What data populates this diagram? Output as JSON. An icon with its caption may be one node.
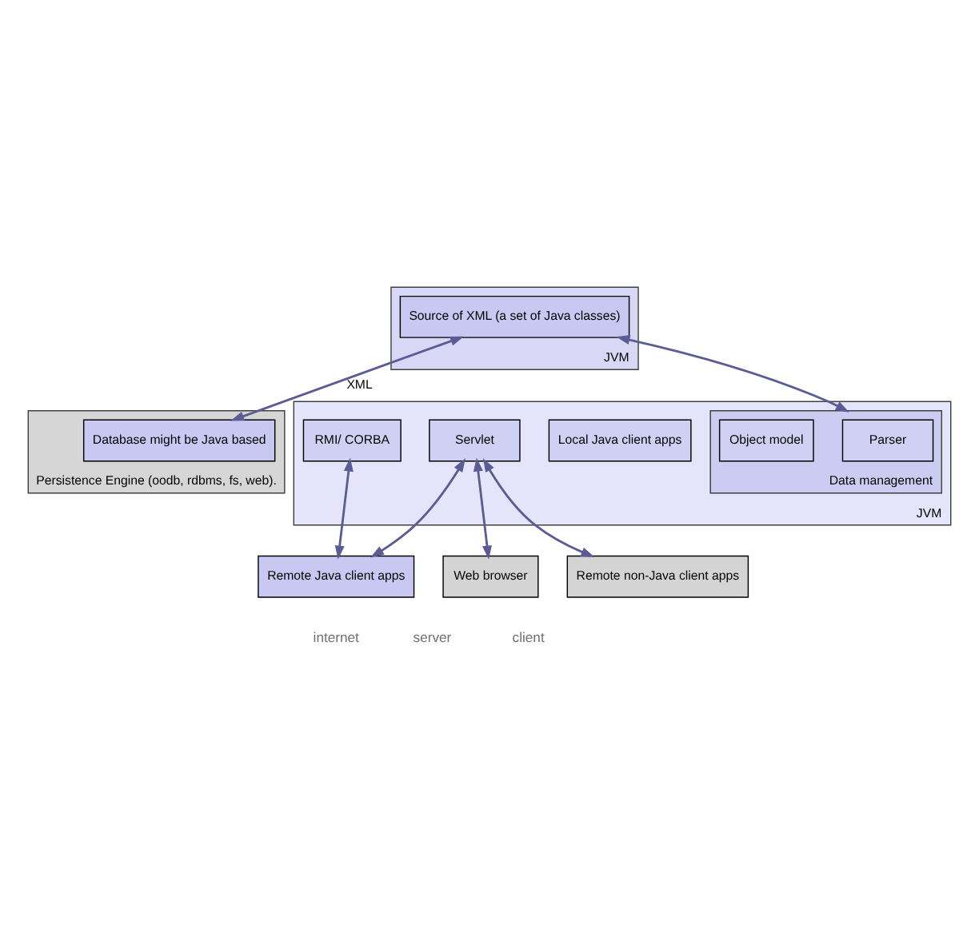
{
  "diagram": {
    "nodes": [
      {
        "text": [
          "JVM"
        ]
      },
      {
        "text": [
          "Source of XML (a set of Java classes)"
        ],
        "in": 0
      },
      {
        "text": [
          "Persistence Engine (oodb, rdbms, fs, web)."
        ]
      },
      {
        "text": [
          "Database might be Java based"
        ],
        "in": 2
      },
      {
        "text": [
          "JVM"
        ]
      },
      {
        "text": [
          "Data management"
        ],
        "in": 4
      },
      {
        "text": [
          "Parser"
        ],
        "in": 5
      },
      {
        "text": [
          "Object model"
        ],
        "in": 5
      },
      {
        "text": [
          "Local Java client apps"
        ],
        "in": 4
      },
      {
        "text": [
          "RMI/ CORBA"
        ],
        "in": 4
      },
      {
        "text": [
          "Servlet"
        ],
        "in": 4
      },
      {
        "text": [
          "Remote Java client apps"
        ]
      },
      {
        "text": [
          "Web browser"
        ]
      },
      {
        "text": [
          "Remote non-Java client apps"
        ]
      }
    ],
    "edges": [
      {
        "from": 1,
        "to": 3,
        "arrow": "both",
        "label": "XML"
      },
      {
        "from": 1,
        "to": 5,
        "arrow": "both"
      },
      {
        "from": 9,
        "to": 11,
        "arrow": "both"
      },
      {
        "from": 10,
        "to": 11,
        "arrow": "both"
      },
      {
        "from": 10,
        "to": 12,
        "arrow": "both"
      },
      {
        "from": 10,
        "to": 13,
        "arrow": "both"
      }
    ],
    "labels": [
      "internet",
      "server",
      "client"
    ]
  }
}
